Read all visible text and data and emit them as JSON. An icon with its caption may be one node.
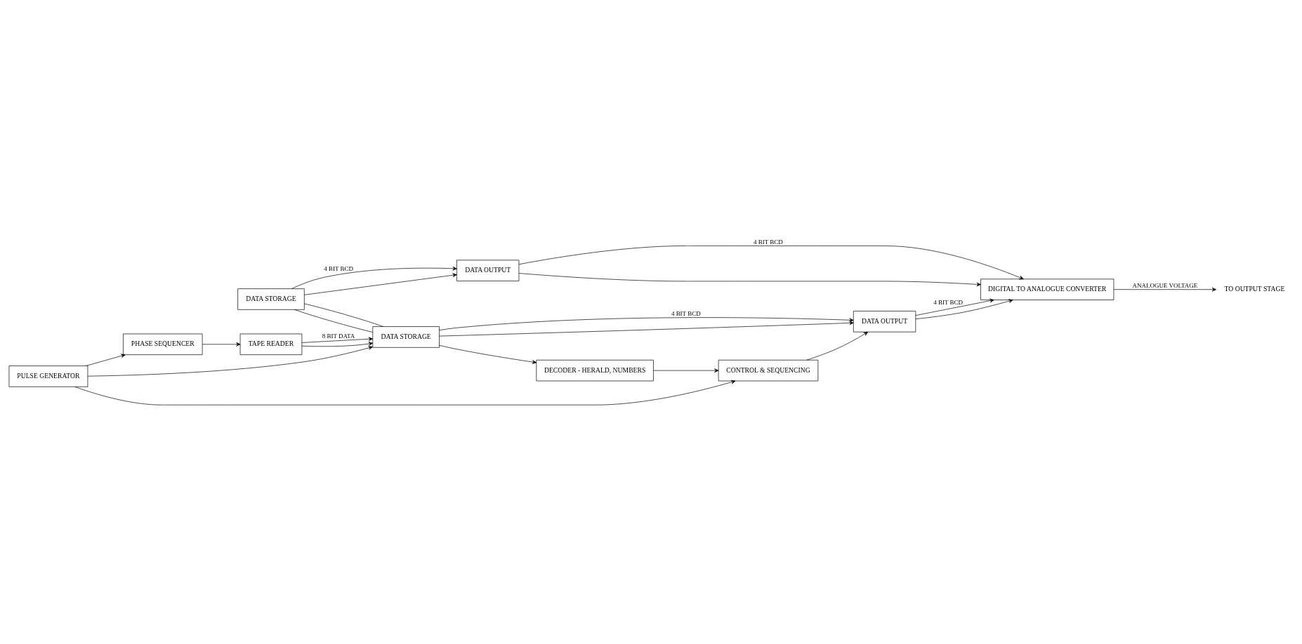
{
  "diagram": {
    "nodes": [
      {
        "text": [
          "TAPE READER"
        ]
      },
      {
        "text": [
          "DATA STORAGE"
        ]
      },
      {
        "text": [
          "DATA STORAGE"
        ]
      },
      {
        "text": [
          "DATA OUTPUT"
        ]
      },
      {
        "text": [
          "DATA OUTPUT"
        ]
      },
      {
        "text": [
          "DIGITAL TO ANALOGUE CONVERTER"
        ]
      },
      {
        "text": [
          "TO OUTPUT STAGE"
        ]
      },
      {
        "text": [
          "DECODER - HERALD, NUMBERS"
        ]
      },
      {
        "text": [
          "CONTROL & SEQUENCING"
        ]
      },
      {
        "text": [
          "PHASE SEQUENCER"
        ]
      },
      {
        "text": [
          "PULSE GENERATOR"
        ]
      }
    ],
    "edges": [
      {
        "from": 0,
        "to": 2,
        "arrow": "to",
        "label": "8 BIT DATA"
      },
      {
        "from": 0,
        "to": 2,
        "arrow": "to"
      },
      {
        "from": 1,
        "to": 3,
        "arrow": "to",
        "label": "4 BIT BCD"
      },
      {
        "from": 1,
        "to": 3,
        "arrow": "to"
      },
      {
        "from": 3,
        "to": 5,
        "arrow": "to",
        "label": "4 BIT BCD"
      },
      {
        "from": 3,
        "to": 5,
        "arrow": "to"
      },
      {
        "from": 2,
        "to": 4,
        "arrow": "to",
        "label": "4 BIT BCD"
      },
      {
        "from": 2,
        "to": 4,
        "arrow": "to"
      },
      {
        "from": 4,
        "to": 5,
        "arrow": "to",
        "label": "4 BIT BCD"
      },
      {
        "from": 4,
        "to": 5,
        "arrow": "to"
      },
      {
        "from": 1,
        "to": 2,
        "arrow": "none"
      },
      {
        "from": 1,
        "to": 2,
        "arrow": "none"
      },
      {
        "from": 5,
        "to": 6,
        "arrow": "to",
        "label": "ANALOGUE VOLTAGE"
      },
      {
        "from": 2,
        "to": 7,
        "arrow": "to"
      },
      {
        "from": 7,
        "to": 8,
        "arrow": "to"
      },
      {
        "from": 8,
        "to": 4,
        "arrow": "to"
      },
      {
        "from": 10,
        "to": 9,
        "arrow": "to"
      },
      {
        "from": 10,
        "to": 8,
        "arrow": "to"
      },
      {
        "from": 10,
        "to": 2,
        "arrow": "to"
      },
      {
        "from": 9,
        "to": 0,
        "arrow": "to"
      }
    ]
  }
}
